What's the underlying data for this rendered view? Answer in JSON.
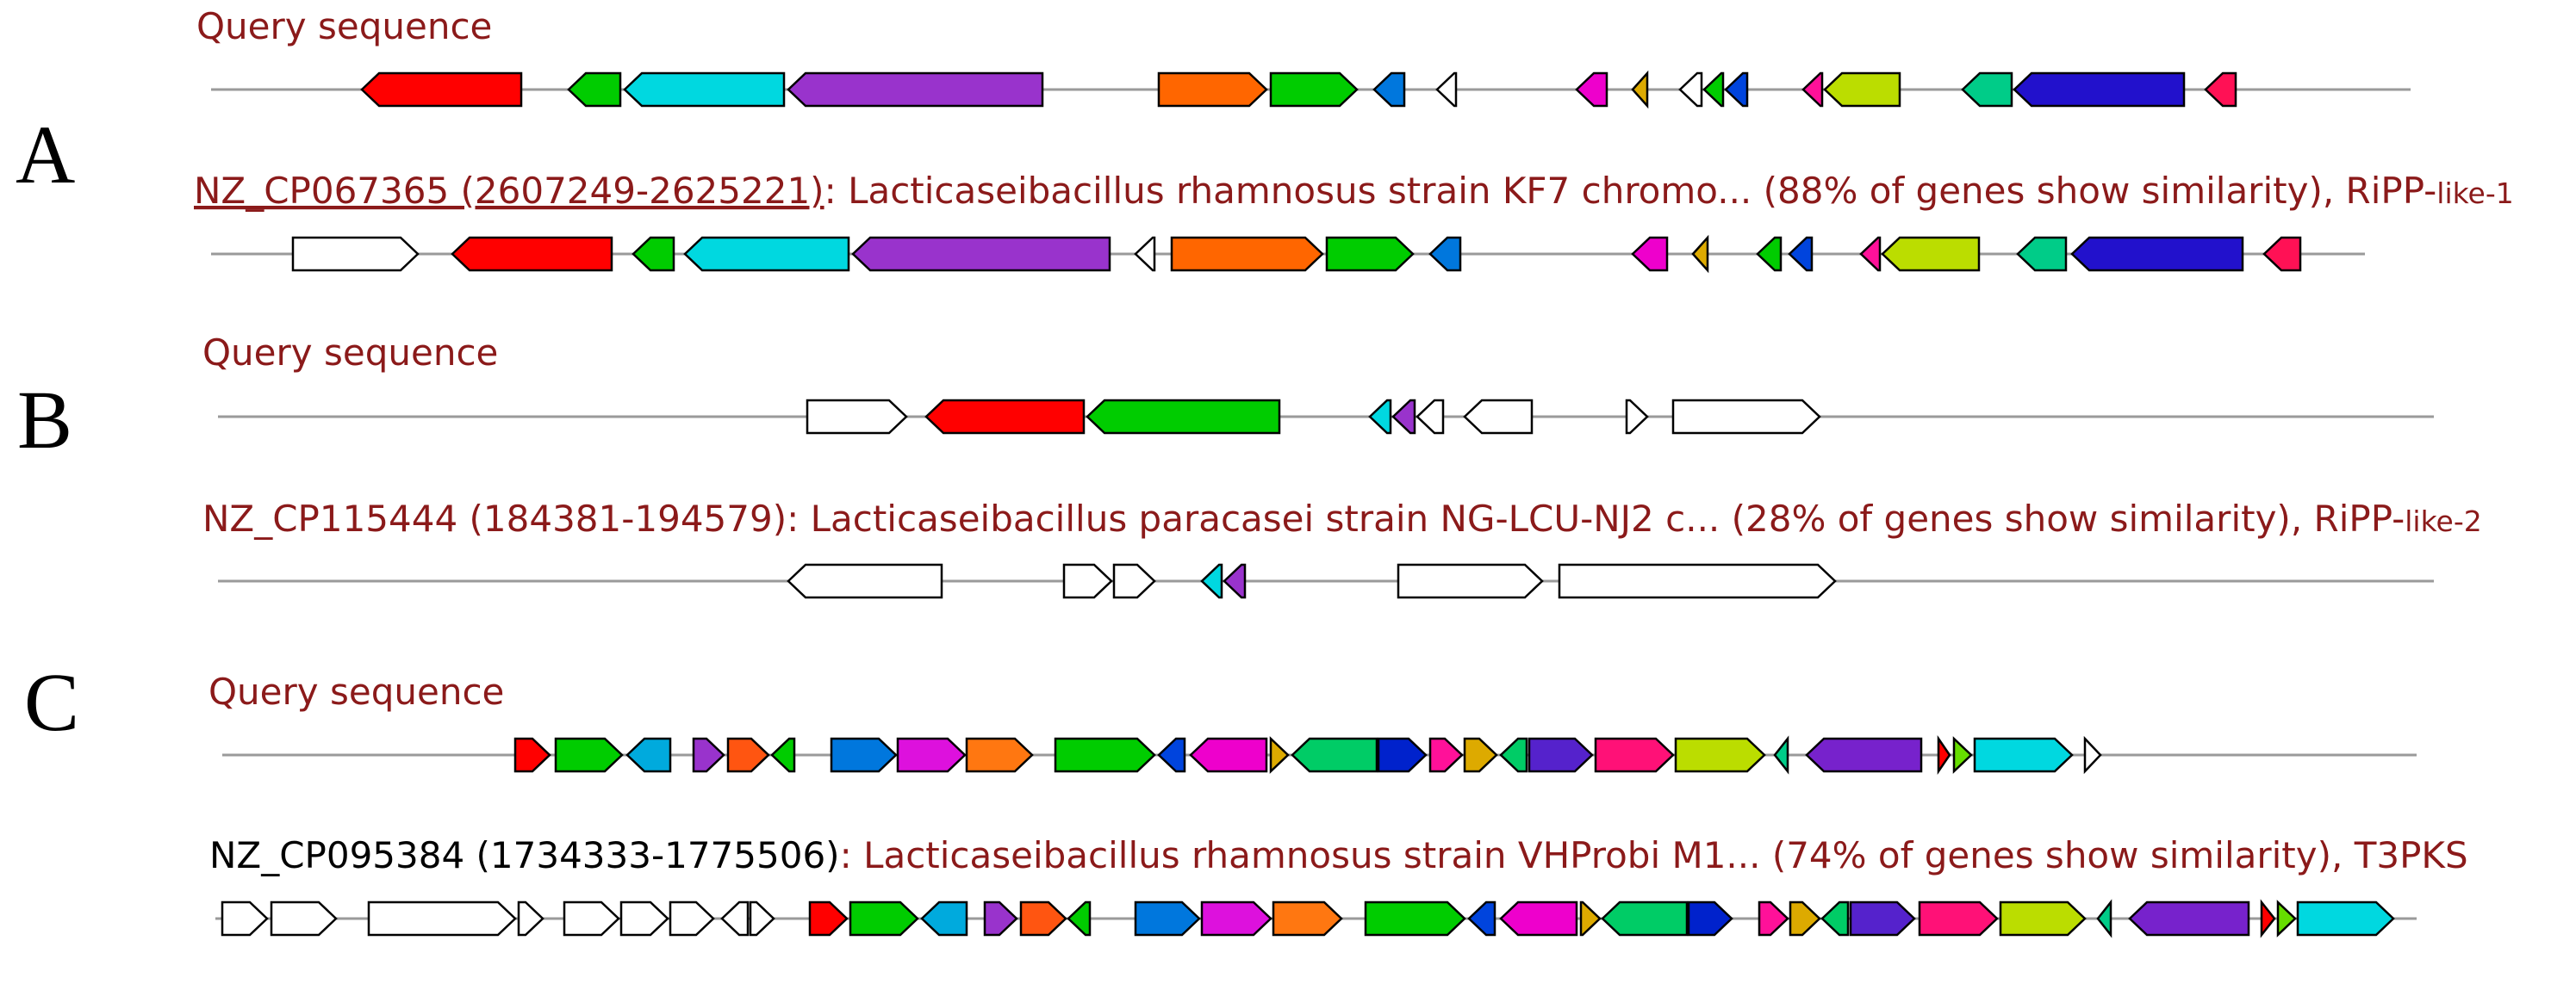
{
  "colors": {
    "label_red": "#8b1a1a",
    "label_black": "#000000",
    "backbone": "#9a9a9a",
    "gene_outline": "#000000"
  },
  "panels": [
    {
      "letter": "A",
      "tracks": [
        {
          "label_segments": [
            {
              "text": "Query sequence",
              "color": "red"
            }
          ],
          "genes": [
            {
              "s": 420,
              "e": 605,
              "dir": -1,
              "color": "#ff0000"
            },
            {
              "s": 660,
              "e": 720,
              "dir": -1,
              "color": "#00cc00"
            },
            {
              "s": 725,
              "e": 910,
              "dir": -1,
              "color": "#00d8e0"
            },
            {
              "s": 915,
              "e": 1210,
              "dir": -1,
              "color": "#9933cc"
            },
            {
              "s": 1345,
              "e": 1470,
              "dir": 1,
              "color": "#ff6600"
            },
            {
              "s": 1475,
              "e": 1575,
              "dir": 1,
              "color": "#00cc00"
            },
            {
              "s": 1595,
              "e": 1630,
              "dir": -1,
              "color": "#0077dd"
            },
            {
              "s": 1668,
              "e": 1690,
              "dir": -1,
              "color": "#ffffff"
            },
            {
              "s": 1830,
              "e": 1865,
              "dir": -1,
              "color": "#ee00cc"
            },
            {
              "s": 1895,
              "e": 1912,
              "dir": -1,
              "color": "#ddaa00"
            },
            {
              "s": 1950,
              "e": 1975,
              "dir": -1,
              "color": "#ffffff"
            },
            {
              "s": 1978,
              "e": 2000,
              "dir": -1,
              "color": "#00cc00"
            },
            {
              "s": 2003,
              "e": 2028,
              "dir": -1,
              "color": "#0044dd"
            },
            {
              "s": 2093,
              "e": 2115,
              "dir": -1,
              "color": "#ff1199"
            },
            {
              "s": 2118,
              "e": 2205,
              "dir": -1,
              "color": "#bbdd00"
            },
            {
              "s": 2278,
              "e": 2335,
              "dir": -1,
              "color": "#00cc88"
            },
            {
              "s": 2338,
              "e": 2535,
              "dir": -1,
              "color": "#2211cc"
            },
            {
              "s": 2560,
              "e": 2595,
              "dir": -1,
              "color": "#ff1155"
            }
          ]
        },
        {
          "label_segments": [
            {
              "text": "NZ_CP067365 (2607249-2625221)",
              "color": "red",
              "underline": true
            },
            {
              "text": ": Lacticaseibacillus rhamnosus strain KF7 chromo... (88% of genes show similarity), RiPP-",
              "color": "red"
            },
            {
              "text": "like-1",
              "color": "red",
              "small": true
            }
          ],
          "genes": [
            {
              "s": 340,
              "e": 485,
              "dir": 1,
              "color": "#ffffff"
            },
            {
              "s": 525,
              "e": 710,
              "dir": -1,
              "color": "#ff0000"
            },
            {
              "s": 735,
              "e": 782,
              "dir": -1,
              "color": "#00cc00"
            },
            {
              "s": 795,
              "e": 985,
              "dir": -1,
              "color": "#00d8e0"
            },
            {
              "s": 990,
              "e": 1288,
              "dir": -1,
              "color": "#9933cc"
            },
            {
              "s": 1318,
              "e": 1340,
              "dir": -1,
              "color": "#ffffff"
            },
            {
              "s": 1360,
              "e": 1535,
              "dir": 1,
              "color": "#ff6600"
            },
            {
              "s": 1540,
              "e": 1640,
              "dir": 1,
              "color": "#00cc00"
            },
            {
              "s": 1660,
              "e": 1695,
              "dir": -1,
              "color": "#0077dd"
            },
            {
              "s": 1895,
              "e": 1935,
              "dir": -1,
              "color": "#ee00cc"
            },
            {
              "s": 1965,
              "e": 1982,
              "dir": -1,
              "color": "#ddaa00"
            },
            {
              "s": 2040,
              "e": 2067,
              "dir": -1,
              "color": "#00cc00"
            },
            {
              "s": 2077,
              "e": 2103,
              "dir": -1,
              "color": "#0044dd"
            },
            {
              "s": 2160,
              "e": 2182,
              "dir": -1,
              "color": "#ff1199"
            },
            {
              "s": 2185,
              "e": 2297,
              "dir": -1,
              "color": "#bbdd00"
            },
            {
              "s": 2342,
              "e": 2398,
              "dir": -1,
              "color": "#00cc88"
            },
            {
              "s": 2405,
              "e": 2603,
              "dir": -1,
              "color": "#2211cc"
            },
            {
              "s": 2628,
              "e": 2670,
              "dir": -1,
              "color": "#ff1155"
            }
          ]
        }
      ]
    },
    {
      "letter": "B",
      "tracks": [
        {
          "label_segments": [
            {
              "text": "Query sequence",
              "color": "red"
            }
          ],
          "genes": [
            {
              "s": 937,
              "e": 1052,
              "dir": 1,
              "color": "#ffffff"
            },
            {
              "s": 1075,
              "e": 1258,
              "dir": -1,
              "color": "#ff0000"
            },
            {
              "s": 1262,
              "e": 1485,
              "dir": -1,
              "color": "#00cc00"
            },
            {
              "s": 1590,
              "e": 1614,
              "dir": -1,
              "color": "#00d8e0"
            },
            {
              "s": 1617,
              "e": 1642,
              "dir": -1,
              "color": "#9933cc"
            },
            {
              "s": 1645,
              "e": 1675,
              "dir": -1,
              "color": "#ffffff"
            },
            {
              "s": 1700,
              "e": 1778,
              "dir": -1,
              "color": "#ffffff"
            },
            {
              "s": 1888,
              "e": 1912,
              "dir": 1,
              "color": "#ffffff"
            },
            {
              "s": 1942,
              "e": 2112,
              "dir": 1,
              "color": "#ffffff"
            }
          ]
        },
        {
          "label_segments": [
            {
              "text": "NZ_CP115444 (184381-194579): Lacticaseibacillus paracasei strain NG-LCU-NJ2 c... (28% of genes show similarity), RiPP-",
              "color": "red"
            },
            {
              "text": "like-2",
              "color": "red",
              "small": true
            }
          ],
          "genes": [
            {
              "s": 915,
              "e": 1093,
              "dir": -1,
              "color": "#ffffff"
            },
            {
              "s": 1235,
              "e": 1290,
              "dir": 1,
              "color": "#ffffff"
            },
            {
              "s": 1293,
              "e": 1340,
              "dir": 1,
              "color": "#ffffff"
            },
            {
              "s": 1395,
              "e": 1418,
              "dir": -1,
              "color": "#00d8e0"
            },
            {
              "s": 1421,
              "e": 1445,
              "dir": -1,
              "color": "#9933cc"
            },
            {
              "s": 1623,
              "e": 1790,
              "dir": 1,
              "color": "#ffffff"
            },
            {
              "s": 1810,
              "e": 2130,
              "dir": 1,
              "color": "#ffffff"
            }
          ]
        }
      ]
    },
    {
      "letter": "C",
      "tracks": [
        {
          "label_segments": [
            {
              "text": "Query sequence",
              "color": "red"
            }
          ],
          "genes": [
            {
              "s": 598,
              "e": 638,
              "dir": 1,
              "color": "#ff0000"
            },
            {
              "s": 645,
              "e": 722,
              "dir": 1,
              "color": "#00cc00"
            },
            {
              "s": 728,
              "e": 778,
              "dir": -1,
              "color": "#00aadd"
            },
            {
              "s": 805,
              "e": 840,
              "dir": 1,
              "color": "#9933cc"
            },
            {
              "s": 845,
              "e": 892,
              "dir": 1,
              "color": "#ff5511"
            },
            {
              "s": 896,
              "e": 922,
              "dir": -1,
              "color": "#00cc00"
            },
            {
              "s": 965,
              "e": 1040,
              "dir": 1,
              "color": "#0077dd"
            },
            {
              "s": 1042,
              "e": 1120,
              "dir": 1,
              "color": "#dd11dd"
            },
            {
              "s": 1122,
              "e": 1198,
              "dir": 1,
              "color": "#ff7711"
            },
            {
              "s": 1225,
              "e": 1340,
              "dir": 1,
              "color": "#00cc00"
            },
            {
              "s": 1345,
              "e": 1375,
              "dir": -1,
              "color": "#0044dd"
            },
            {
              "s": 1382,
              "e": 1470,
              "dir": -1,
              "color": "#ee00cc"
            },
            {
              "s": 1475,
              "e": 1495,
              "dir": 1,
              "color": "#ddaa00"
            },
            {
              "s": 1500,
              "e": 1598,
              "dir": -1,
              "color": "#00cc66"
            },
            {
              "s": 1600,
              "e": 1655,
              "dir": 1,
              "color": "#0022cc"
            },
            {
              "s": 1660,
              "e": 1697,
              "dir": 1,
              "color": "#ff1199"
            },
            {
              "s": 1700,
              "e": 1737,
              "dir": 1,
              "color": "#ddaa00"
            },
            {
              "s": 1742,
              "e": 1772,
              "dir": -1,
              "color": "#00cc66"
            },
            {
              "s": 1775,
              "e": 1848,
              "dir": 1,
              "color": "#5522cc"
            },
            {
              "s": 1852,
              "e": 1942,
              "dir": 1,
              "color": "#ff1177"
            },
            {
              "s": 1945,
              "e": 2048,
              "dir": 1,
              "color": "#bbdd00"
            },
            {
              "s": 2060,
              "e": 2075,
              "dir": -1,
              "color": "#00cc88"
            },
            {
              "s": 2097,
              "e": 2230,
              "dir": -1,
              "color": "#7722cc"
            },
            {
              "s": 2250,
              "e": 2263,
              "dir": 1,
              "color": "#ff0000"
            },
            {
              "s": 2268,
              "e": 2288,
              "dir": 1,
              "color": "#66dd00"
            },
            {
              "s": 2292,
              "e": 2405,
              "dir": 1,
              "color": "#00d8e0"
            },
            {
              "s": 2420,
              "e": 2438,
              "dir": 1,
              "color": "#ffffff"
            }
          ]
        },
        {
          "label_segments": [
            {
              "text": "NZ_CP095384 (1734333-1775506)",
              "color": "black"
            },
            {
              "text": ": Lacticaseibacillus rhamnosus strain VHProbi M1... (74% of genes show similarity), T3PKS",
              "color": "red"
            }
          ],
          "genes": [
            {
              "s": 258,
              "e": 310,
              "dir": 1,
              "color": "#ffffff"
            },
            {
              "s": 315,
              "e": 390,
              "dir": 1,
              "color": "#ffffff"
            },
            {
              "s": 428,
              "e": 598,
              "dir": 1,
              "color": "#ffffff"
            },
            {
              "s": 602,
              "e": 630,
              "dir": 1,
              "color": "#ffffff"
            },
            {
              "s": 655,
              "e": 718,
              "dir": 1,
              "color": "#ffffff"
            },
            {
              "s": 721,
              "e": 775,
              "dir": 1,
              "color": "#ffffff"
            },
            {
              "s": 778,
              "e": 828,
              "dir": 1,
              "color": "#ffffff"
            },
            {
              "s": 838,
              "e": 868,
              "dir": -1,
              "color": "#ffffff"
            },
            {
              "s": 871,
              "e": 898,
              "dir": 1,
              "color": "#ffffff"
            },
            {
              "s": 940,
              "e": 983,
              "dir": 1,
              "color": "#ff0000"
            },
            {
              "s": 987,
              "e": 1065,
              "dir": 1,
              "color": "#00cc00"
            },
            {
              "s": 1070,
              "e": 1122,
              "dir": -1,
              "color": "#00aadd"
            },
            {
              "s": 1143,
              "e": 1180,
              "dir": 1,
              "color": "#9933cc"
            },
            {
              "s": 1185,
              "e": 1237,
              "dir": 1,
              "color": "#ff5511"
            },
            {
              "s": 1240,
              "e": 1265,
              "dir": -1,
              "color": "#00cc00"
            },
            {
              "s": 1318,
              "e": 1392,
              "dir": 1,
              "color": "#0077dd"
            },
            {
              "s": 1395,
              "e": 1475,
              "dir": 1,
              "color": "#dd11dd"
            },
            {
              "s": 1478,
              "e": 1557,
              "dir": 1,
              "color": "#ff7711"
            },
            {
              "s": 1585,
              "e": 1700,
              "dir": 1,
              "color": "#00cc00"
            },
            {
              "s": 1705,
              "e": 1735,
              "dir": -1,
              "color": "#0044dd"
            },
            {
              "s": 1742,
              "e": 1830,
              "dir": -1,
              "color": "#ee00cc"
            },
            {
              "s": 1835,
              "e": 1857,
              "dir": 1,
              "color": "#ddaa00"
            },
            {
              "s": 1860,
              "e": 1958,
              "dir": -1,
              "color": "#00cc66"
            },
            {
              "s": 1960,
              "e": 2010,
              "dir": 1,
              "color": "#0022cc"
            },
            {
              "s": 2042,
              "e": 2075,
              "dir": 1,
              "color": "#ff1199"
            },
            {
              "s": 2078,
              "e": 2112,
              "dir": 1,
              "color": "#ddaa00"
            },
            {
              "s": 2115,
              "e": 2145,
              "dir": -1,
              "color": "#00cc66"
            },
            {
              "s": 2148,
              "e": 2222,
              "dir": 1,
              "color": "#5522cc"
            },
            {
              "s": 2228,
              "e": 2318,
              "dir": 1,
              "color": "#ff1177"
            },
            {
              "s": 2322,
              "e": 2420,
              "dir": 1,
              "color": "#bbdd00"
            },
            {
              "s": 2435,
              "e": 2450,
              "dir": -1,
              "color": "#00cc88"
            },
            {
              "s": 2472,
              "e": 2610,
              "dir": -1,
              "color": "#7722cc"
            },
            {
              "s": 2625,
              "e": 2640,
              "dir": 1,
              "color": "#ff0000"
            },
            {
              "s": 2644,
              "e": 2664,
              "dir": 1,
              "color": "#66dd00"
            },
            {
              "s": 2667,
              "e": 2778,
              "dir": 1,
              "color": "#00d8e0"
            }
          ]
        }
      ]
    }
  ]
}
